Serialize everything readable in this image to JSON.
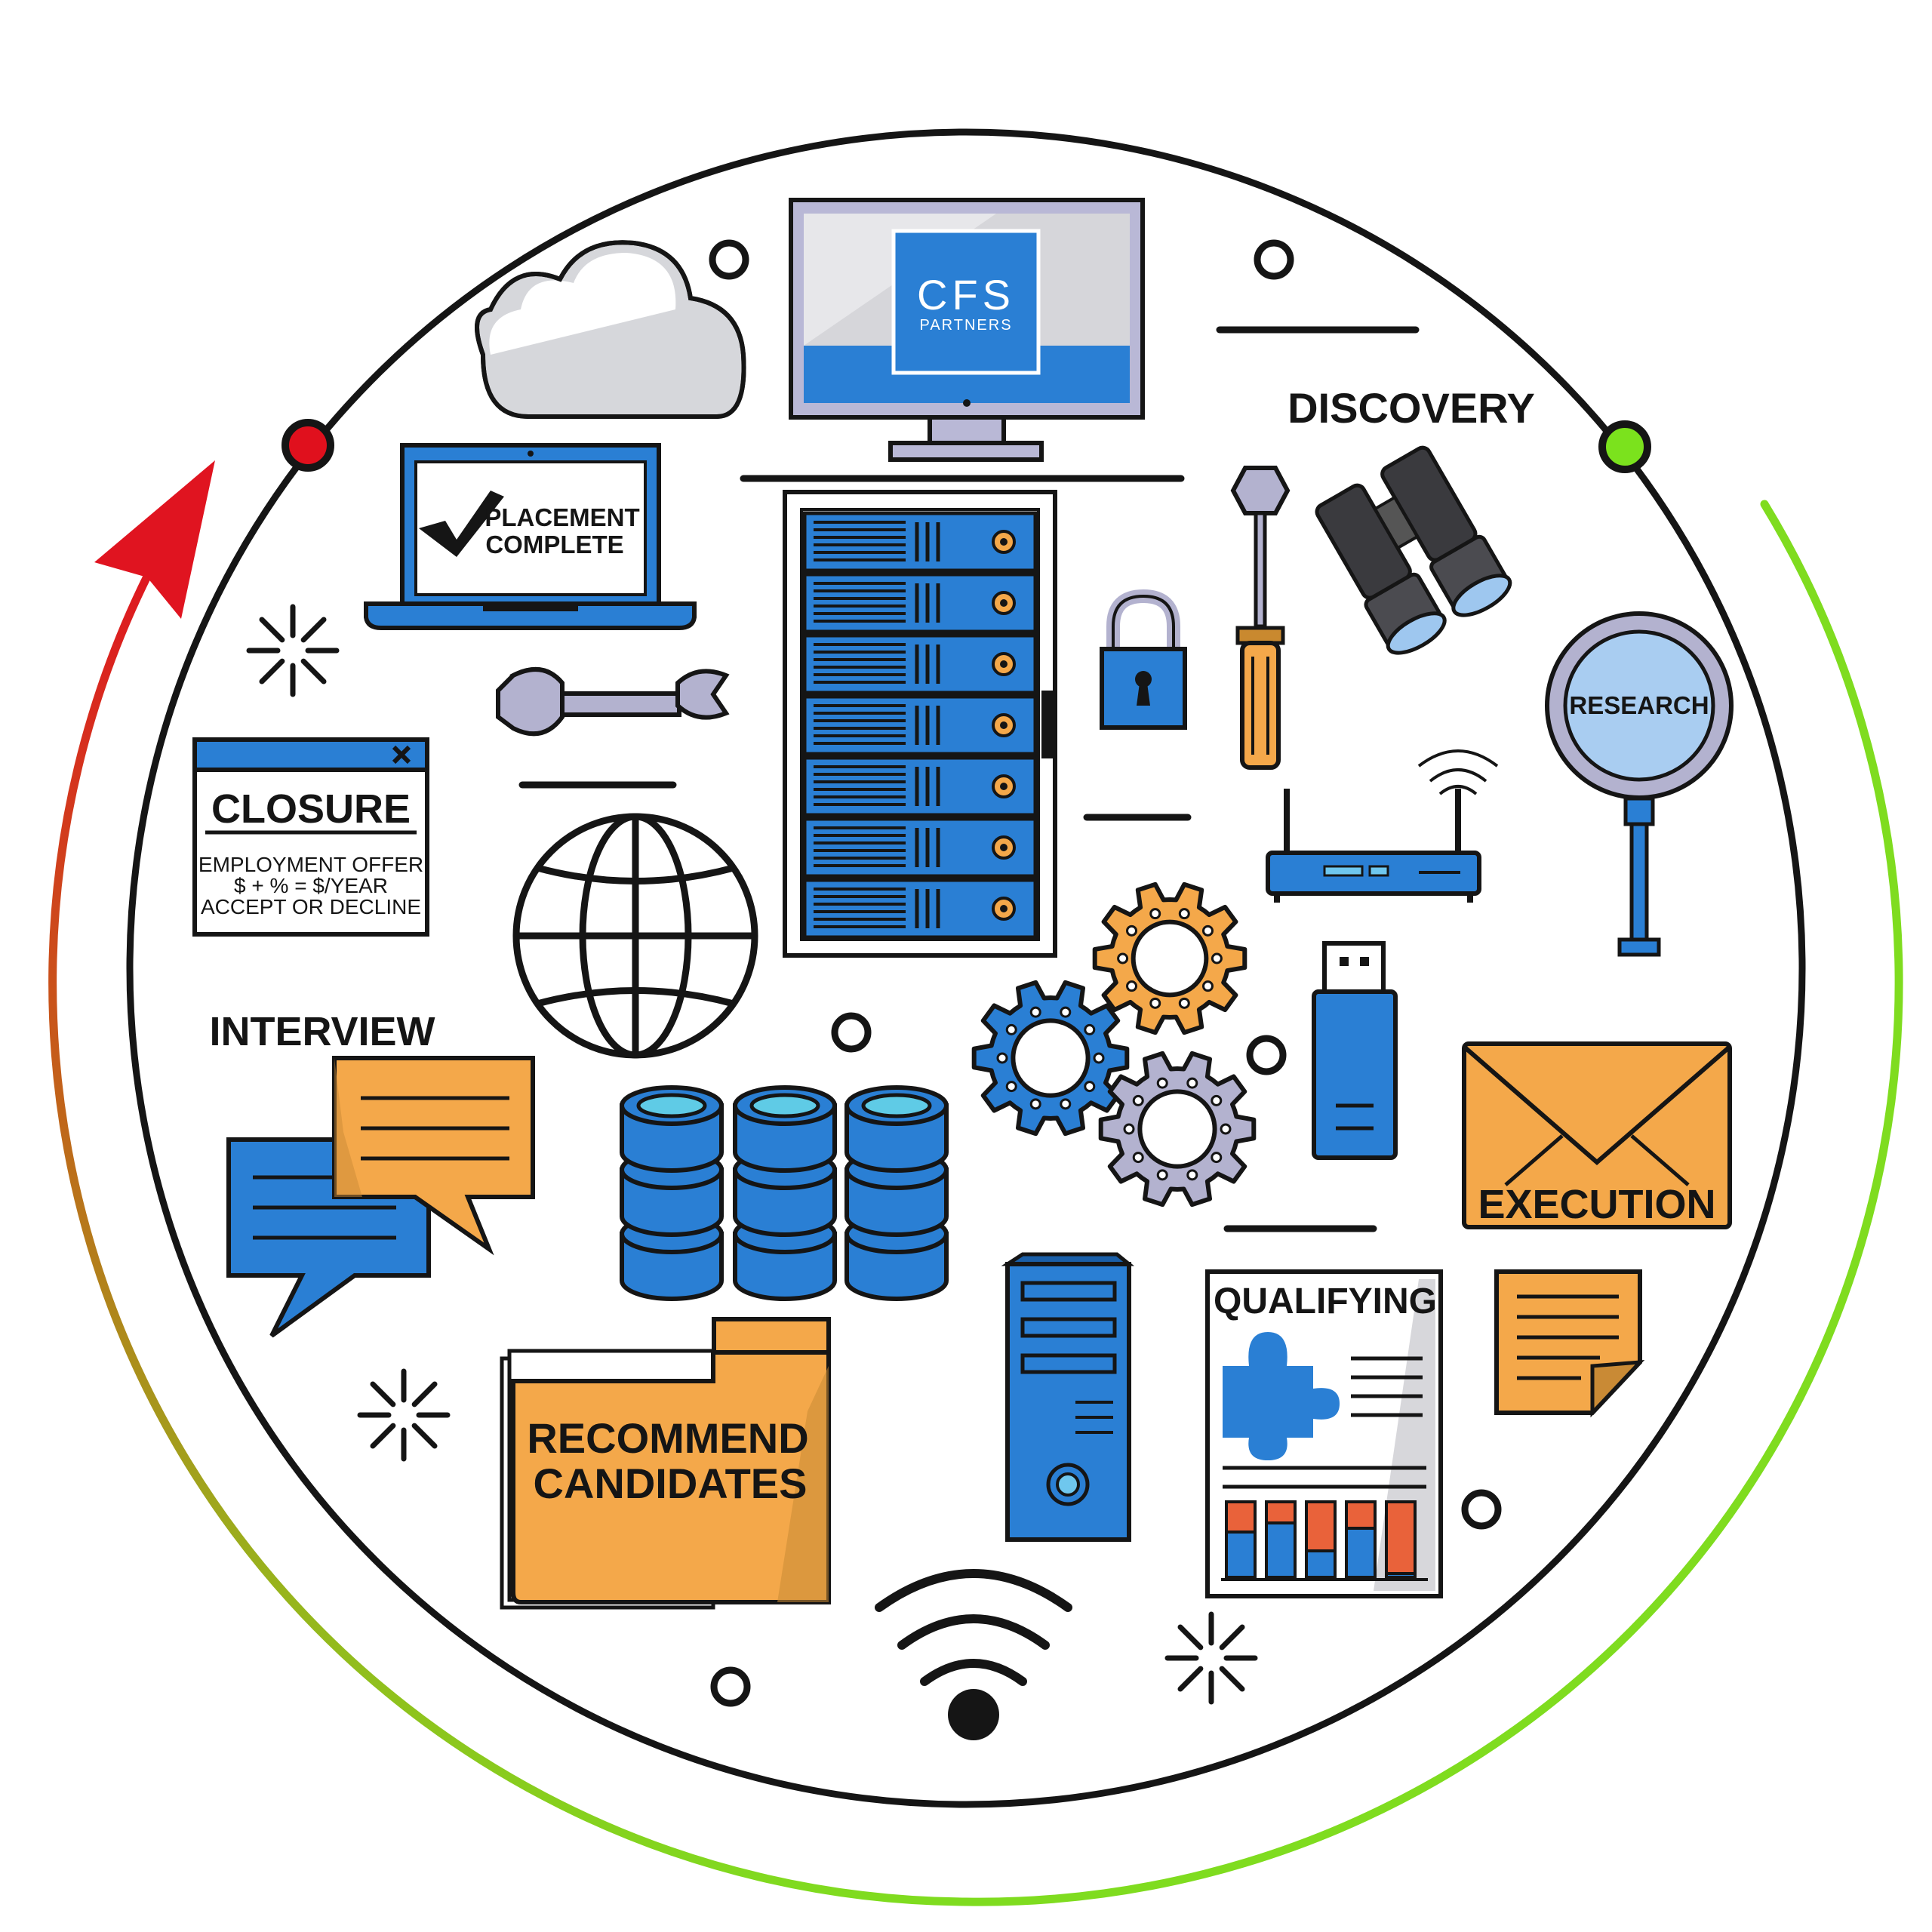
{
  "colors": {
    "blue": "#2a7fd4",
    "blue_dark": "#1a5fa8",
    "orange": "#f4a84a",
    "lavender": "#b3b2cf",
    "ring": "#151515",
    "stop_red": "#e0101d",
    "start_green": "#7be21d",
    "arrow_red": "#e01420",
    "arrow_green": "#7fdc1f"
  },
  "logo": {
    "line1": "CFS",
    "line2": "PARTNERS"
  },
  "stages": {
    "discovery": "DISCOVERY",
    "research": "RESEARCH",
    "execution": "EXECUTION",
    "qualifying": "QUALIFYING",
    "recommend_line1": "RECOMMEND",
    "recommend_line2": "CANDIDATES",
    "interview": "INTERVIEW",
    "closure": "CLOSURE",
    "placement_line1": "PLACEMENT",
    "placement_line2": "COMPLETE"
  },
  "closure_window": {
    "line1": "EMPLOYMENT OFFER",
    "line2": "$ + % = $/YEAR",
    "line3": "ACCEPT OR DECLINE"
  },
  "icons": [
    "cloud-icon",
    "monitor-icon",
    "server-rack-icon",
    "laptop-icon",
    "checkmark-icon",
    "wrench-icon",
    "globe-icon",
    "padlock-icon",
    "screwdriver-icon",
    "binoculars-icon",
    "magnifier-icon",
    "router-icon",
    "gear-icon",
    "usb-drive-icon",
    "envelope-icon",
    "database-icon",
    "chat-bubbles-icon",
    "folder-icon",
    "desktop-tower-icon",
    "report-document-icon",
    "puzzle-piece-icon",
    "sticky-note-icon",
    "wifi-icon",
    "sparkle-icon",
    "close-icon"
  ]
}
